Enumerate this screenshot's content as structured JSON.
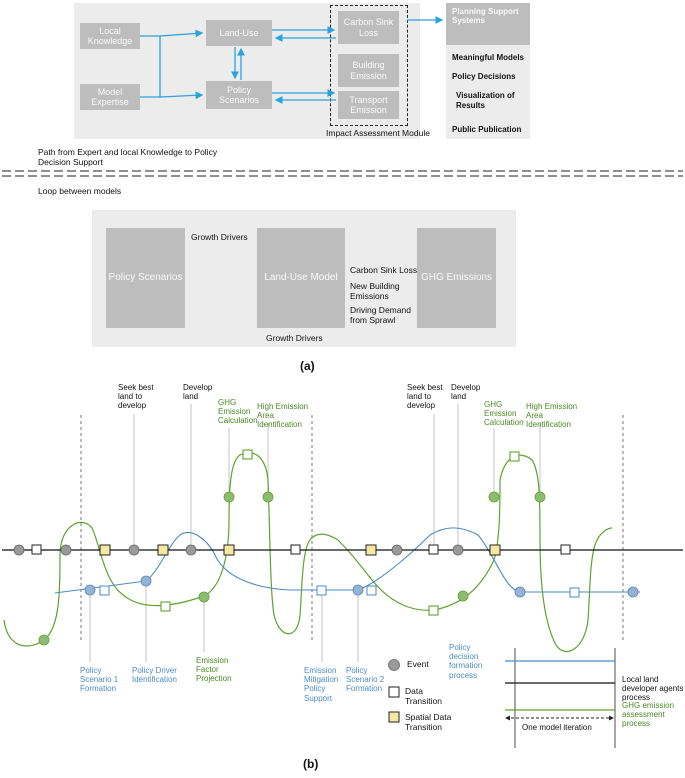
{
  "panel_a": {
    "top": {
      "local_knowledge": "Local Knowledge",
      "model_expertise": "Model Expertise",
      "land_use": "Land-Use",
      "policy_scenarios": "Policy Scenarios",
      "carbon_sink_loss": "Carbon Sink Loss",
      "building_emission": "Building Emission",
      "transport_emission": "Transport Emission",
      "impact_module": "Impact Assessment Module",
      "planning_support": "Planning Support Systems",
      "outputs": [
        "Meaningful Models",
        "Policy Decisions",
        "Visualization of Results",
        "Public Publication"
      ]
    },
    "path_caption": "Path from Expert and local Knowledge to Policy Decision Support",
    "loop_caption": "Loop between models",
    "loop": {
      "policy_scenarios": "Policy Scenarios",
      "land_use_model": "Land-Use Model",
      "ghg_emissions": "GHG Emissions",
      "growth_drivers_top": "Growth Drivers",
      "growth_drivers_bottom": "Growth Drivers",
      "mid_labels": [
        "Carbon Sink Loss",
        "New Building Emissions",
        "Driving Demand from Sprawl"
      ]
    },
    "caption": "(a)"
  },
  "panel_b": {
    "top_labels_black": [
      "Seek best land to develop",
      "Develop land",
      "Seek best land to develop",
      "Develop land"
    ],
    "top_labels_green": [
      "GHG Emission Calculation",
      "High Emission Area Identification",
      "GHG Emission Calculation",
      "High Emission Area Identification"
    ],
    "bottom_labels": {
      "policy_scenario_1": "Policy Scenario 1 Formation",
      "policy_driver": "Policy Driver Identification",
      "emission_factor": "Emission Factor Projection",
      "emission_mitigation": "Emission Mitigation Policy Support",
      "policy_scenario_2": "Policy Scenario 2 Formation"
    },
    "legend": {
      "event": "Event",
      "data_transition": "Data Transition",
      "spatial_transition": "Spatial Data Transition",
      "policy_process": "Policy decision formation process",
      "developer_process": "Local land developer agents process",
      "ghg_process": "GHG emission assessment process",
      "iteration": "One model iteration"
    },
    "caption": "(b)"
  },
  "colors": {
    "box_gray": "#bdbdbd",
    "panel_bg": "#ececec",
    "arrow_blue": "#29a3dd",
    "policy_blue": "#4b8cc6",
    "ghg_green": "#5fa32e",
    "event_gray": "#9a9a9a",
    "spatial_yellow": "#f6e7a2"
  }
}
